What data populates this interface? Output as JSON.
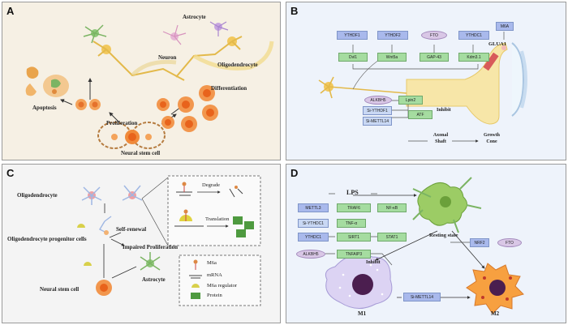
{
  "panels": {
    "a": {
      "label": "A",
      "astrocyte": "Astrocyte",
      "neuron": "Neuron",
      "oligodendrocyte": "Oligodendrocyte",
      "differentiation": "Differentiation",
      "proliferation": "Proliferation",
      "apoptosis": "Apoptosis",
      "neural_stem_cell": "Neural stem cell"
    },
    "b": {
      "label": "B",
      "ythdf1": "YTHDF1",
      "ythdf2": "YTHDF2",
      "fto": "FTO",
      "ythdc1": "YTHDC1",
      "m6a": "M6A",
      "glua1": "GLUA1",
      "dvl1": "Dvl1",
      "wnt5a": "Wnt5a",
      "gap43": "GAP-43",
      "kdm3a": "Kdm3.1",
      "alkbh5": "ALKBH5",
      "lpin2": "Lpin2",
      "si_ythdf1": "Si-YTHDF1",
      "si_mettl14": "Si-METTL14",
      "atf": "ATF",
      "inhibit": "Inhibit",
      "axonal_shaft": "Axonal Shaft",
      "growth_cone": "Growth Cone"
    },
    "c": {
      "label": "C",
      "oligodendrocyte": "Oligodendrocyte",
      "opc": "Oligodendrocyte progenitor cells",
      "self_renewal": "Self-renewal",
      "impaired_proliferation": "Impaired Proliferation",
      "neural_stem_cell": "Neural stem cell",
      "astrocyte": "Astrocyte",
      "degrade": "Degrade",
      "translation": "Translation",
      "legend": {
        "m6a": "M6a",
        "mrna": "mRNA",
        "regulator": "M6a regulator",
        "protein": "Protein"
      }
    },
    "d": {
      "label": "D",
      "lps": "LPS",
      "mettl3": "METTL3",
      "traf6": "TRAF6",
      "nfkb": "NF-κB",
      "si_ythdc1": "Si-YTHDC1",
      "tnfa": "TNF-α",
      "ythdc1": "YTHDC1",
      "sirt1": "SIRT1",
      "stat1": "STAT1",
      "alkbh5": "ALKBH5",
      "tnfaip3": "TNFAIP3",
      "inhibit": "Inhibit",
      "resting_state": "Resting state",
      "nrf2": "NRF2",
      "fto": "FTO",
      "si_mettl14": "Si-METTL14",
      "m1": "M1",
      "m2": "M2"
    }
  },
  "colors": {
    "panel_a_bg": "#f6f0e4",
    "panel_b_bg": "#eef3fb",
    "panel_c_bg": "#f4f4f4",
    "panel_d_bg": "#eef3fb",
    "gene_blue": "#a9b9ec",
    "gene_green": "#a5dca0",
    "axon_yellow": "#f7e6a8",
    "cell_orange": "#f08a3a",
    "microglia_green": "#9ccc65",
    "m1_lavender": "#dcd3f3",
    "m2_orange": "#f7a040"
  }
}
